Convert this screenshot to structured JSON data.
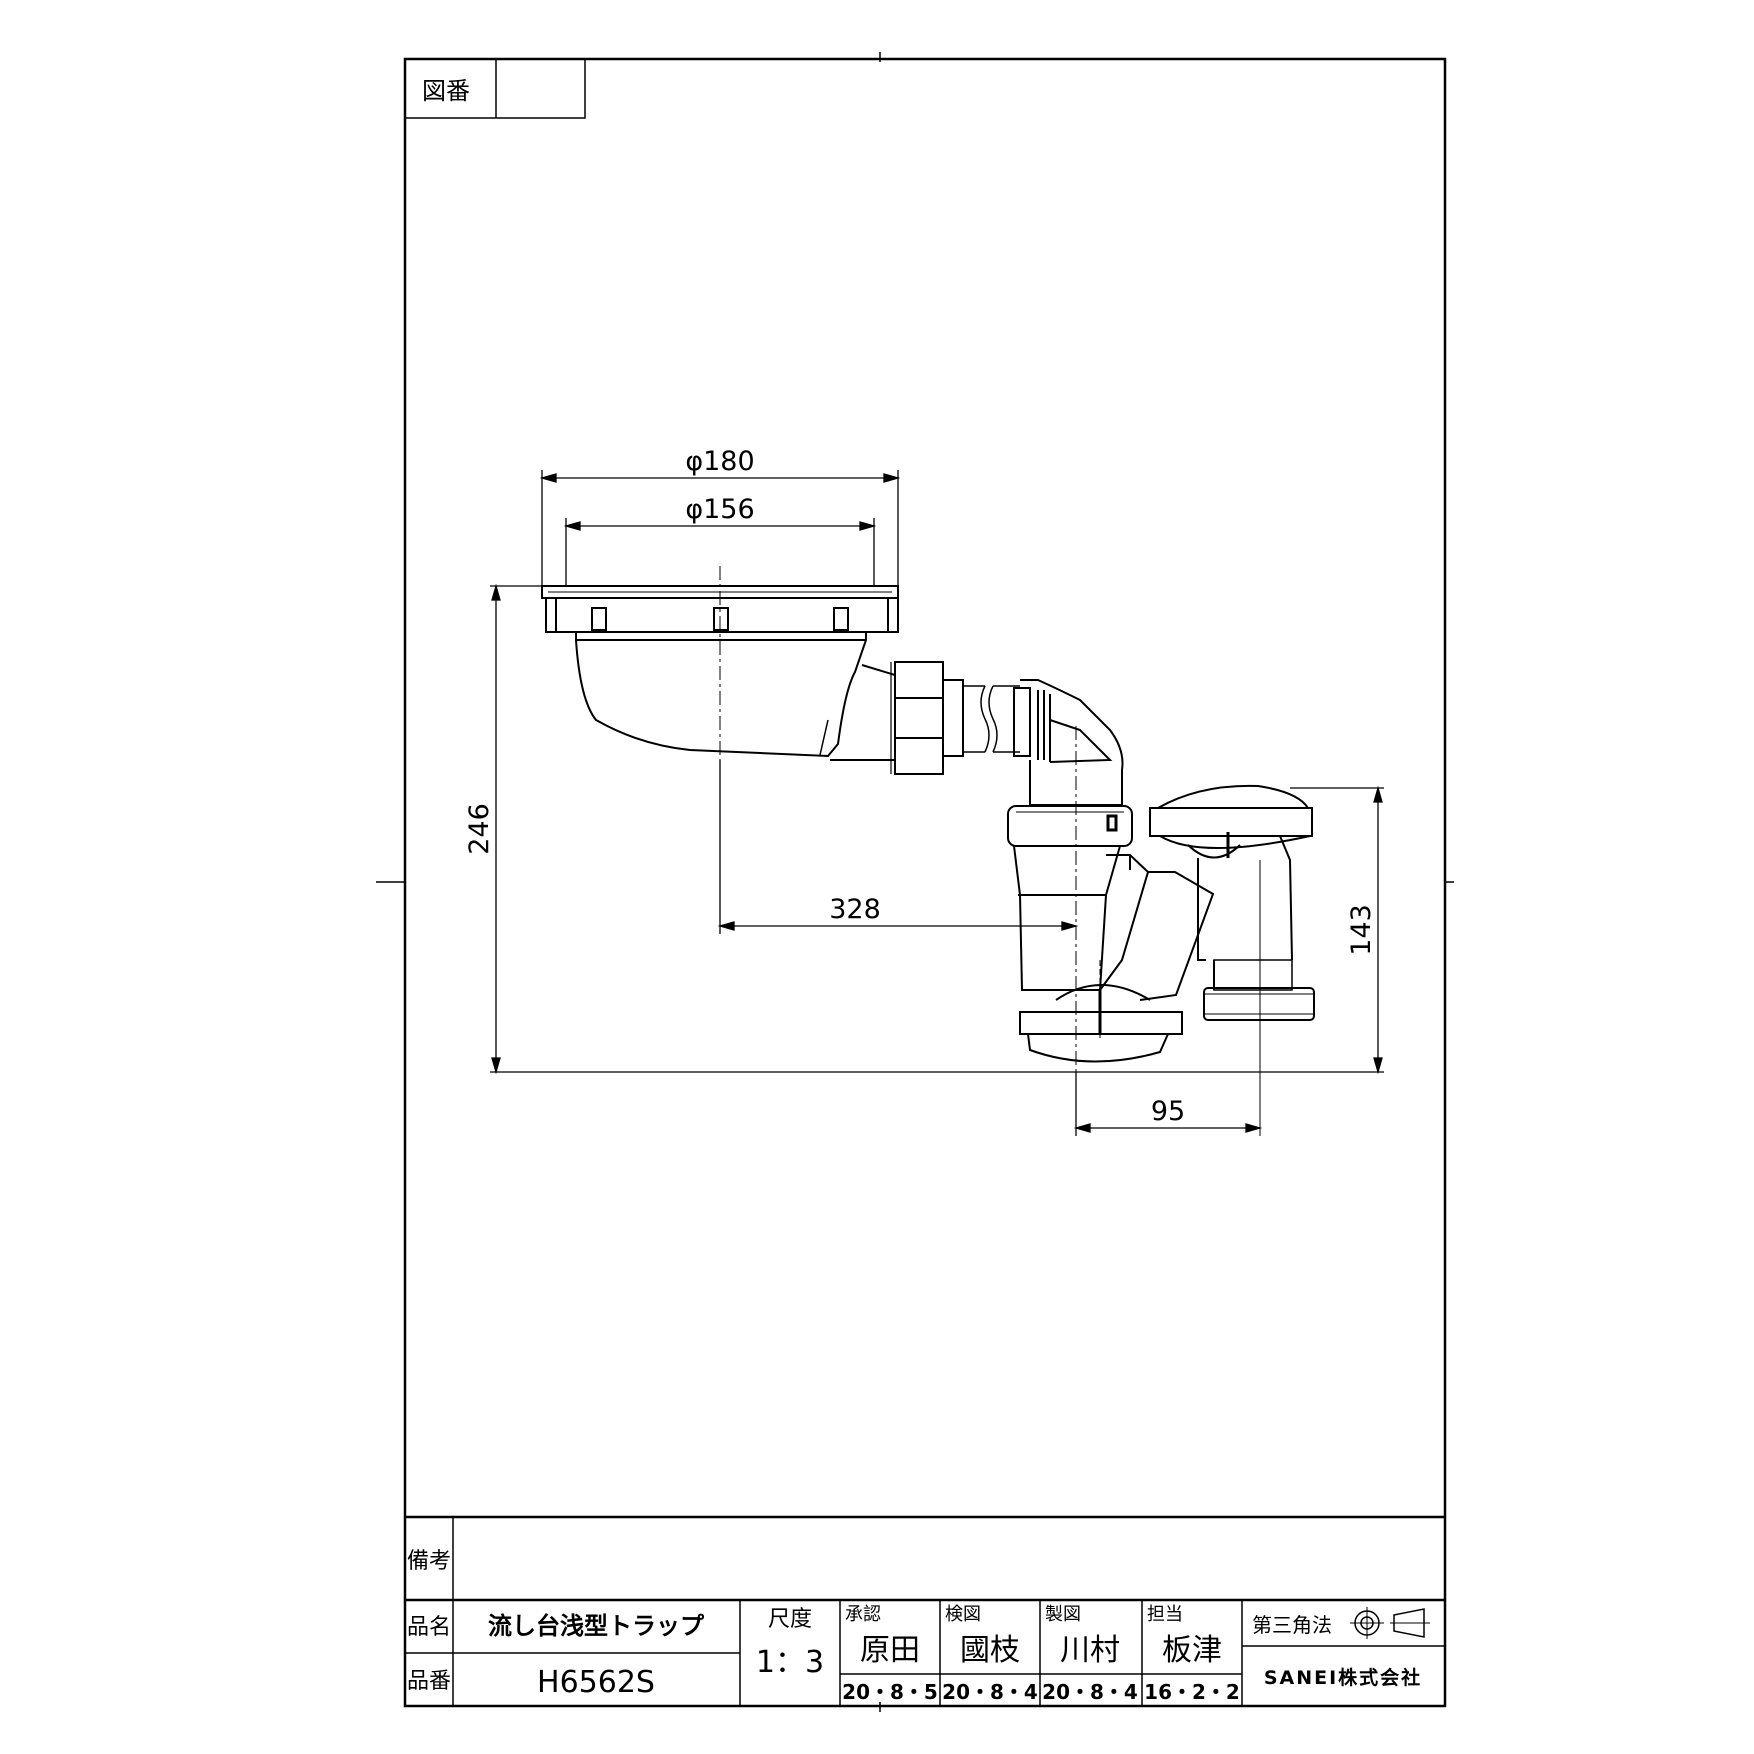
{
  "drawing_number": {
    "label": "図番",
    "value": ""
  },
  "dimensions": {
    "d180": "φ180",
    "d156": "φ156",
    "h246": "246",
    "w328": "328",
    "h143": "143",
    "w95": "95"
  },
  "title_block": {
    "remarks_label": "備考",
    "remarks_value": "",
    "name_label": "品名",
    "name_value": "流し台浅型トラップ",
    "number_label": "品番",
    "number_value": "H6562S",
    "scale_label": "尺度",
    "scale_value": "1：3",
    "approve": {
      "label": "承認",
      "name": "原田",
      "date": "20・8・5"
    },
    "check": {
      "label": "検図",
      "name": "國枝",
      "date": "20・8・4"
    },
    "draw": {
      "label": "製図",
      "name": "川村",
      "date": "20・8・4"
    },
    "charge": {
      "label": "担当",
      "name": "板津",
      "date": "16・2・2"
    },
    "projection_label": "第三角法",
    "company": "SANEI株式会社"
  }
}
